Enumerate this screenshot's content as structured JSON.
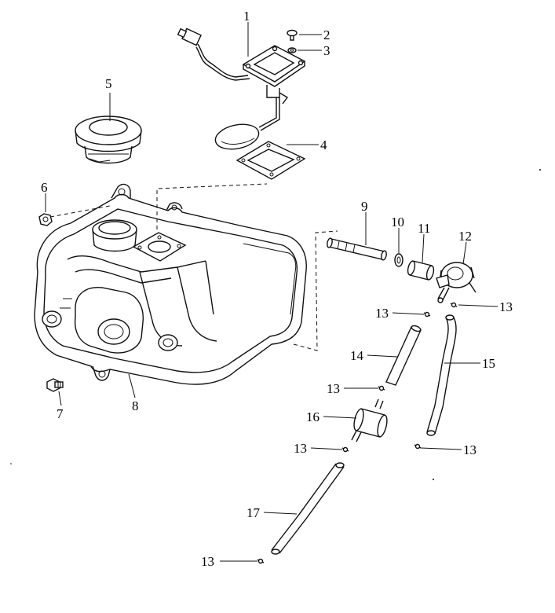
{
  "diagram": {
    "title": "Fuel tank assembly exploded view",
    "callouts": {
      "c1": "1",
      "c2": "2",
      "c3": "3",
      "c4": "4",
      "c5": "5",
      "c6": "6",
      "c7": "7",
      "c8": "8",
      "c9": "9",
      "c10": "10",
      "c11": "11",
      "c12": "12",
      "c13a": "13",
      "c13b": "13",
      "c13c": "13",
      "c13d": "13",
      "c13e": "13",
      "c13f": "13",
      "c14": "14",
      "c15": "15",
      "c16": "16",
      "c17": "17"
    }
  }
}
